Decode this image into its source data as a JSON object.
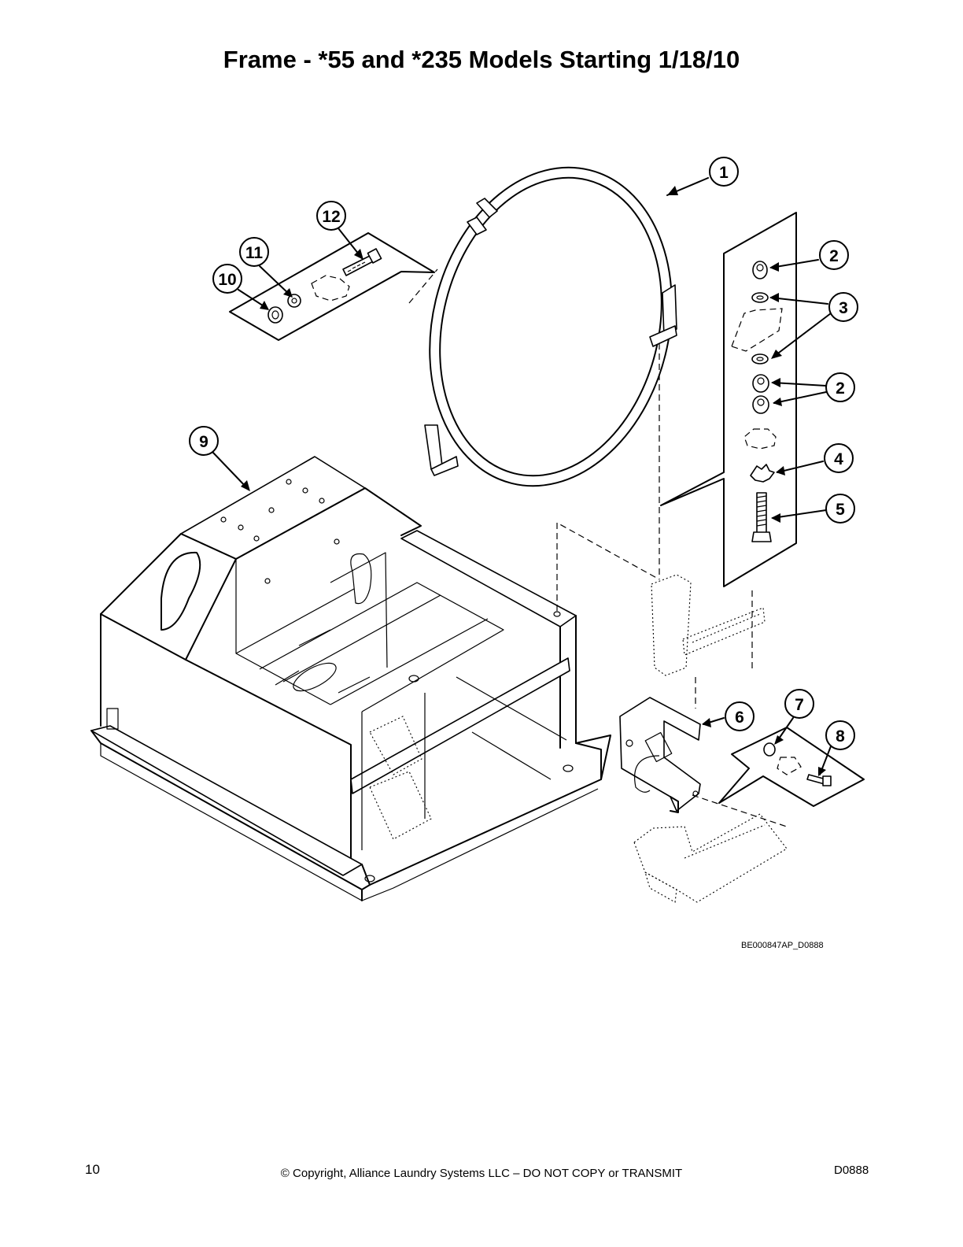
{
  "title": "Frame - *55 and *235 Models Starting 1/18/10",
  "diagram_ref": "BE000847AP_D0888",
  "footer": {
    "page_number": "10",
    "copyright": "© Copyright, Alliance Laundry Systems LLC – DO NOT COPY or TRANSMIT",
    "doc_id": "D0888"
  },
  "callouts": [
    "1",
    "2",
    "3",
    "2",
    "4",
    "5",
    "6",
    "7",
    "8",
    "9",
    "10",
    "11",
    "12"
  ]
}
